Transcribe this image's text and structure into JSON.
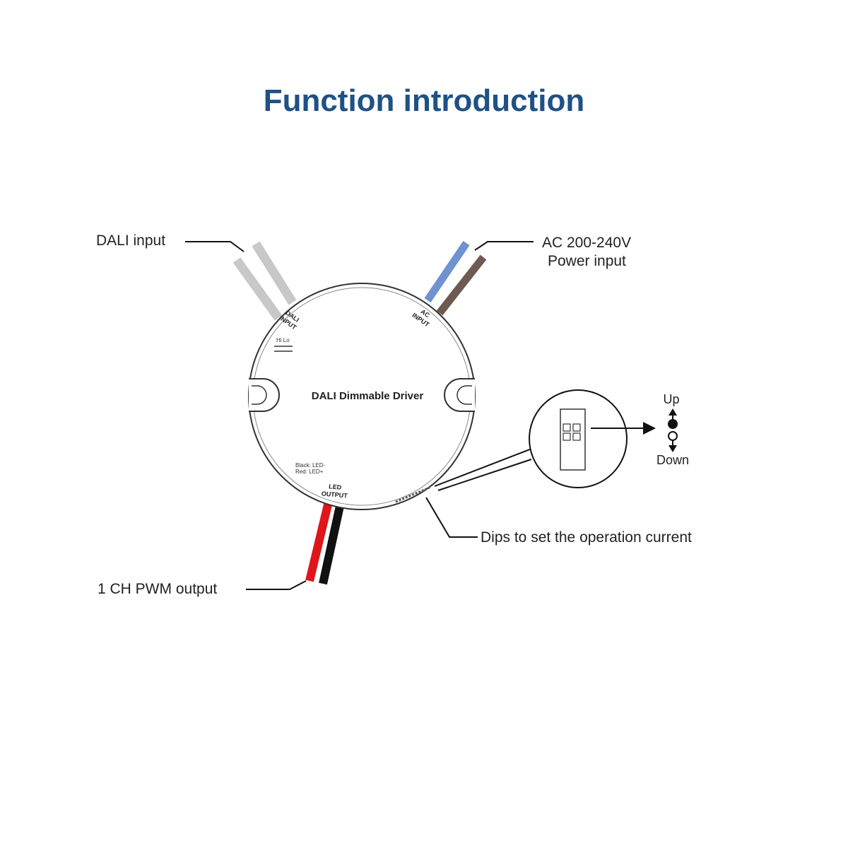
{
  "title": "Function introduction",
  "callouts": {
    "dali_input": "DALI input",
    "ac_input_line1": "AC 200-240V",
    "ac_input_line2": "Power input",
    "pwm_output": "1 CH PWM output",
    "dips": "Dips to set the operation current",
    "up": "Up",
    "down": "Down"
  },
  "device": {
    "name": "DALI Dimmable Driver",
    "dali_port_line1": "DALI",
    "dali_port_line2": "INPUT",
    "ac_port_line1": "AC",
    "ac_port_line2": "INPUT",
    "led_port_line1": "LED",
    "led_port_line2": "OUTPUT",
    "wire_note_line1": "Black: LED-",
    "wire_note_line2": "Red:   LED+"
  },
  "colors": {
    "title": "#1f5185",
    "dali_wire": "#c8c8c8",
    "ac_blue": "#6f93cf",
    "ac_brown": "#6e5a50",
    "led_red": "#e0141b",
    "led_black": "#111111"
  }
}
